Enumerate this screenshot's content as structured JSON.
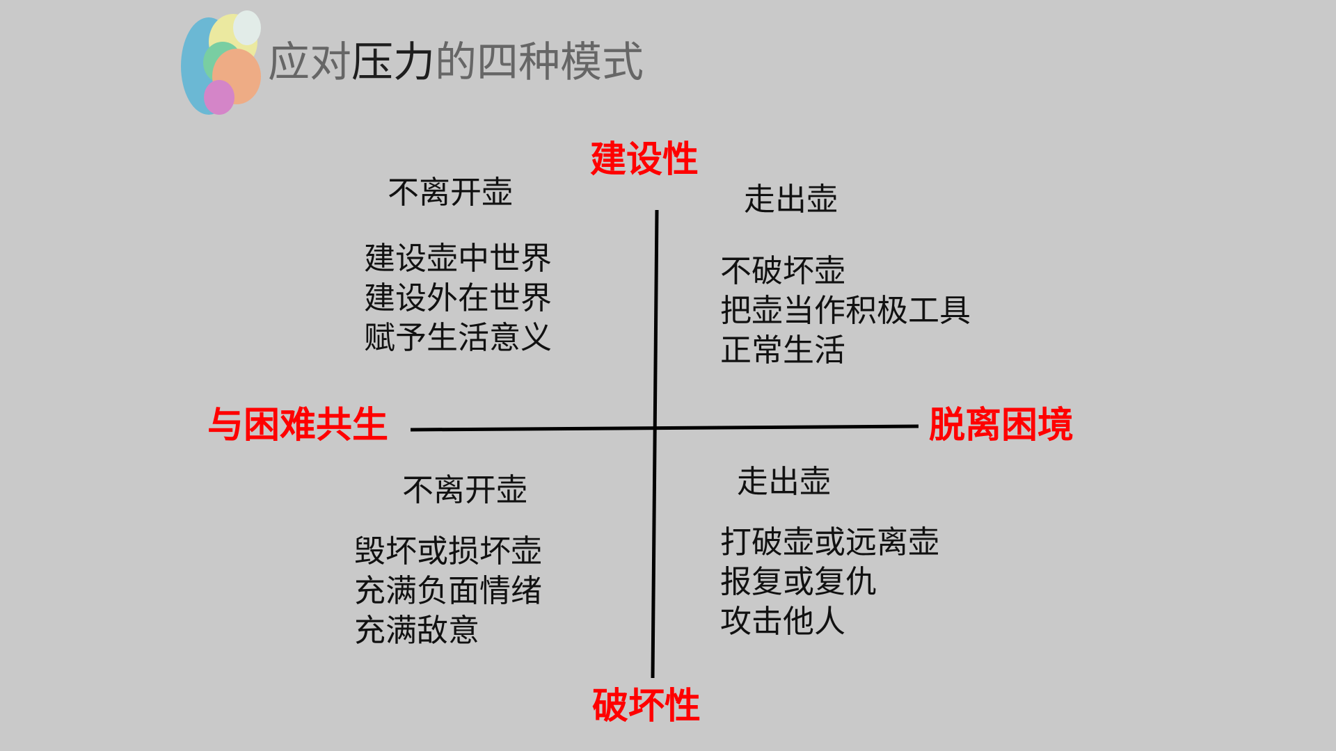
{
  "title": {
    "part1": "应对",
    "part2": "压力",
    "part3": "的四种模式"
  },
  "axes": {
    "top": "建设性",
    "bottom": "破坏性",
    "left": "与困难共生",
    "right": "脱离困境"
  },
  "quadrants": {
    "top_left": {
      "header": "不离开壶",
      "lines": [
        "建设壶中世界",
        "建设外在世界",
        "赋予生活意义"
      ]
    },
    "top_right": {
      "header": "走出壶",
      "lines": [
        "不破坏壶",
        "把壶当作积极工具",
        "正常生活"
      ]
    },
    "bottom_left": {
      "header": "不离开壶",
      "lines": [
        "毁坏或损坏壶",
        "充满负面情绪",
        "充满敌意"
      ]
    },
    "bottom_right": {
      "header": "走出壶",
      "lines": [
        "打破壶或远离壶",
        "报复或复仇",
        "攻击他人"
      ]
    }
  },
  "colors": {
    "accent": "#ff0000",
    "background": "#c9c9c9"
  }
}
